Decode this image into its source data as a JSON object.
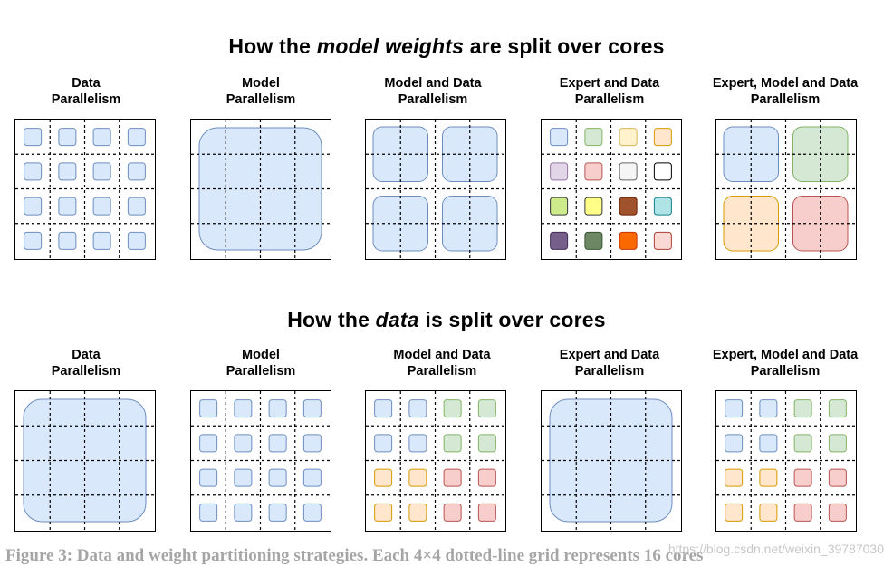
{
  "colors": {
    "blue": {
      "fill": "#dae8fc",
      "stroke": "#6c8ebf"
    },
    "green": {
      "fill": "#d5e8d4",
      "stroke": "#82b366"
    },
    "yellow": {
      "fill": "#fff2cc",
      "stroke": "#d6b656"
    },
    "orange": {
      "fill": "#ffe6cc",
      "stroke": "#d79b00"
    },
    "purple": {
      "fill": "#e1d5e7",
      "stroke": "#9673a6"
    },
    "red": {
      "fill": "#f8cecc",
      "stroke": "#b85450"
    },
    "gray": {
      "fill": "#f5f5f5",
      "stroke": "#666666"
    },
    "white": {
      "fill": "#ffffff",
      "stroke": "#000000"
    },
    "lime": {
      "fill": "#cdeb8b",
      "stroke": "#36393d"
    },
    "brightyellow": {
      "fill": "#ffff88",
      "stroke": "#36393d"
    },
    "brown": {
      "fill": "#a0522d",
      "stroke": "#6d1f00"
    },
    "cyan": {
      "fill": "#b0e3e6",
      "stroke": "#0e8088"
    },
    "darkpurple": {
      "fill": "#76608a",
      "stroke": "#432d57"
    },
    "darkgreen": {
      "fill": "#6d8764",
      "stroke": "#3a5431"
    },
    "brightorange": {
      "fill": "#fa6800",
      "stroke": "#c73500"
    },
    "pink": {
      "fill": "#fad9d5",
      "stroke": "#ae4132"
    }
  },
  "sections": [
    {
      "title_prefix": "How the ",
      "title_emphasis": "model weights",
      "title_suffix": " are split over cores",
      "panels": [
        {
          "label": "Data\nParallelism",
          "pattern": "cells",
          "cell_colors": [
            "blue"
          ]
        },
        {
          "label": "Model\nParallelism",
          "pattern": "blocks1",
          "block_colors": [
            "blue"
          ]
        },
        {
          "label": "Model and Data\nParallelism",
          "pattern": "blocks2",
          "block_colors": [
            "blue",
            "blue",
            "blue",
            "blue"
          ]
        },
        {
          "label": "Expert and Data\nParallelism",
          "pattern": "cells",
          "cell_colors": [
            "blue",
            "green",
            "yellow",
            "orange",
            "purple",
            "red",
            "gray",
            "white",
            "lime",
            "brightyellow",
            "brown",
            "cyan",
            "darkpurple",
            "darkgreen",
            "brightorange",
            "pink"
          ]
        },
        {
          "label": "Expert, Model and Data\nParallelism",
          "pattern": "blocks2",
          "block_colors": [
            "blue",
            "green",
            "orange",
            "red"
          ]
        }
      ]
    },
    {
      "title_prefix": "How the ",
      "title_emphasis": "data",
      "title_suffix": " is split over cores",
      "panels": [
        {
          "label": "Data\nParallelism",
          "pattern": "blocks1",
          "block_colors": [
            "blue"
          ]
        },
        {
          "label": "Model\nParallelism",
          "pattern": "cells",
          "cell_colors": [
            "blue"
          ]
        },
        {
          "label": "Model and Data\nParallelism",
          "pattern": "cells",
          "quad_colors": [
            "blue",
            "green",
            "orange",
            "red"
          ]
        },
        {
          "label": "Expert and Data\nParallelism",
          "pattern": "blocks1",
          "block_colors": [
            "blue"
          ]
        },
        {
          "label": "Expert, Model and Data\nParallelism",
          "pattern": "cells",
          "quad_colors": [
            "blue",
            "green",
            "orange",
            "red"
          ]
        }
      ]
    }
  ],
  "caption": "Figure 3: Data and weight partitioning strategies. Each 4×4 dotted-line grid represents 16 cores",
  "watermark": "https://blog.csdn.net/weixin_39787030"
}
